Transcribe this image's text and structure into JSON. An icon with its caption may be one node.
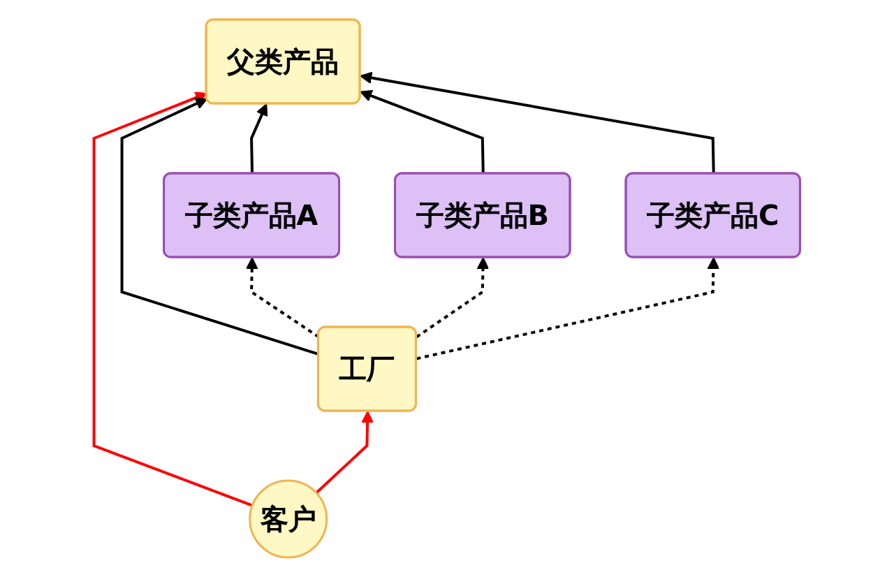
{
  "diagram": {
    "nodes": [
      {
        "text": [
          "父类产品"
        ]
      },
      {
        "text": [
          "客户"
        ]
      },
      {
        "text": [
          "子类产品A"
        ]
      },
      {
        "text": [
          "子类产品B"
        ]
      },
      {
        "text": [
          "子类产品C"
        ]
      },
      {
        "text": [
          "工厂"
        ]
      }
    ],
    "edges": [
      {
        "from": 2,
        "to": 0,
        "arrow": "to"
      },
      {
        "from": 3,
        "to": 0,
        "arrow": "to"
      },
      {
        "from": 4,
        "to": 0,
        "arrow": "to"
      },
      {
        "from": 1,
        "to": 0,
        "arrow": "to",
        "color": "#ff0000"
      },
      {
        "from": 1,
        "to": 5,
        "arrow": "to",
        "color": "#ff0000"
      },
      {
        "from": 5,
        "to": 0,
        "arrow": "to"
      },
      {
        "from": 5,
        "to": 2,
        "arrow": "to",
        "style": "dashed"
      },
      {
        "from": 5,
        "to": 3,
        "arrow": "to",
        "style": "dashed"
      },
      {
        "from": 5,
        "to": 4,
        "arrow": "to",
        "style": "dashed"
      }
    ]
  }
}
